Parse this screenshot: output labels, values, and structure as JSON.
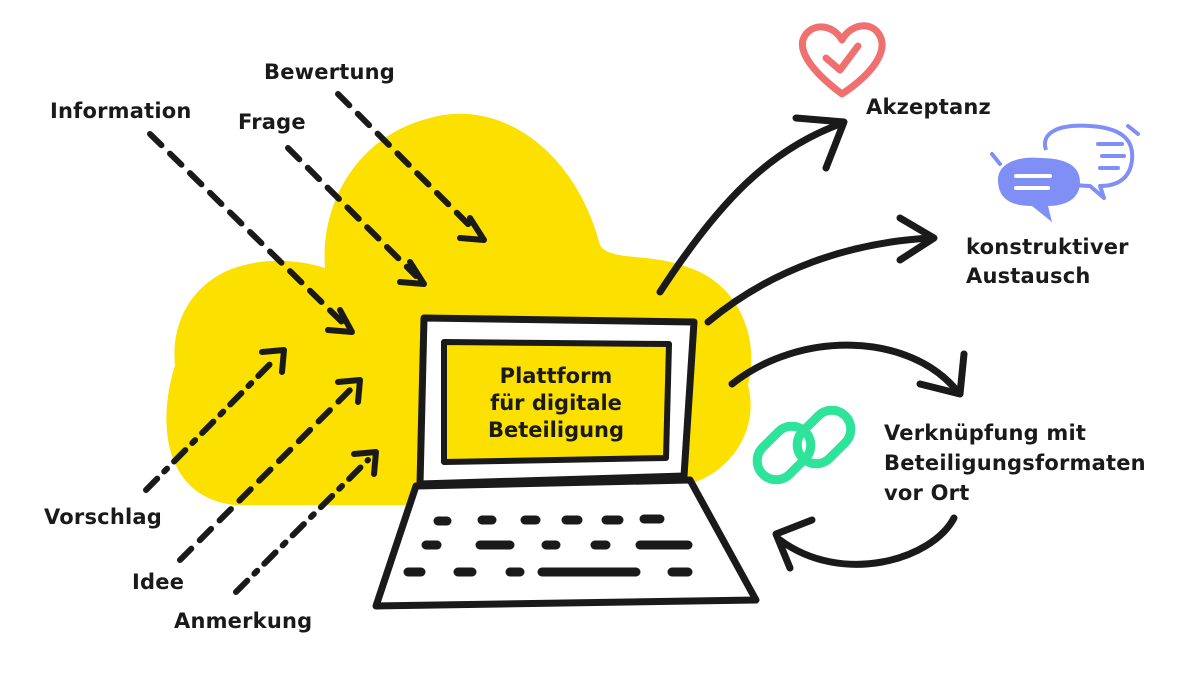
{
  "inputs": {
    "bewertung": "Bewertung",
    "information": "Information",
    "frage": "Frage",
    "vorschlag": "Vorschlag",
    "idee": "Idee",
    "anmerkung": "Anmerkung"
  },
  "platform": {
    "line1": "Plattform",
    "line2": "für digitale",
    "line3": "Beteiligung"
  },
  "outputs": {
    "akzeptanz": "Akzeptanz",
    "austausch_line1": "konstruktiver",
    "austausch_line2": "Austausch",
    "verknuepfung_line1": "Verknüpfung mit",
    "verknuepfung_line2": "Beteiligungsformaten",
    "verknuepfung_line3": "vor Ort"
  },
  "colors": {
    "cloud": "#FCE000",
    "ink": "#1a1a1a",
    "heart": "#F07070",
    "speech": "#7F8FF5",
    "chain": "#2EE39A",
    "screen": "#FCE000"
  },
  "icons": [
    "heart-check-icon",
    "speech-bubbles-icon",
    "chain-link-icon",
    "laptop-icon",
    "cloud-shape"
  ]
}
